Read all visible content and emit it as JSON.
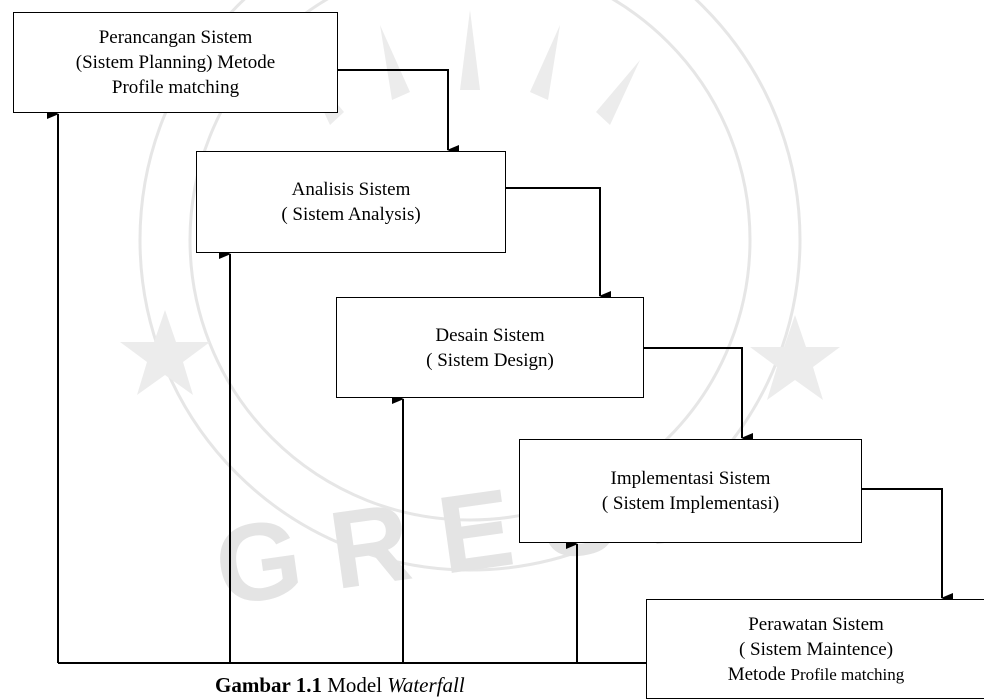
{
  "stages": [
    {
      "id": "perencanaan",
      "lines": [
        "Perancangan Sistem",
        "(Sistem Planning) Metode",
        "Profile matching"
      ]
    },
    {
      "id": "analisis",
      "lines": [
        "Analisis Sistem",
        "( Sistem Analysis)"
      ]
    },
    {
      "id": "desain",
      "lines": [
        "Desain Sistem",
        "( Sistem Design)"
      ]
    },
    {
      "id": "implementasi",
      "lines": [
        "Implementasi Sistem",
        "( Sistem Implementasi)"
      ]
    },
    {
      "id": "perawatan",
      "lines": [
        "Perawatan Sistem",
        "( Sistem Maintence)",
        "Metode",
        "Profile matching"
      ]
    }
  ],
  "caption": {
    "label": "Gambar 1.1",
    "text": "Model",
    "emphasis": "Waterfall"
  },
  "watermark": {
    "text": "GRESIK",
    "color": "#e4e4e4"
  }
}
